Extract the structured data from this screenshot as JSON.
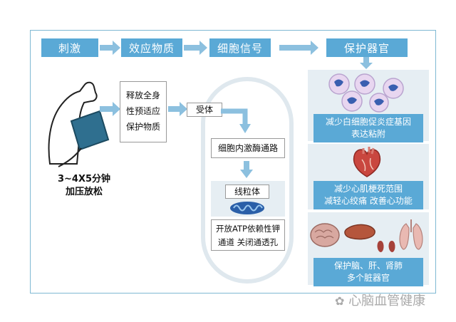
{
  "header": {
    "stimulus": "刺激",
    "effector": "效应物质",
    "cell_signal": "细胞信号",
    "protective_organ": "保护器官"
  },
  "left": {
    "protocol_line1": "3~4X5分钟",
    "protocol_line2": "加压放松"
  },
  "effector_box": {
    "line1": "释放全身",
    "line2": "性预适应",
    "line3": "保护物质"
  },
  "signal": {
    "receptor": "受体",
    "kinase_pathway": "细胞内激酶通路",
    "mitochondria": "线粒体",
    "channel_line1": "开放ATP依赖性钾",
    "channel_line2": "通道 关闭通透孔"
  },
  "organs": {
    "wbc_line1": "减少白细胞促炎症基因",
    "wbc_line2": "表达粘附",
    "heart_line1": "减少心肌梗死范围",
    "heart_line2": "减轻心绞痛 改善心功能",
    "multi_line1": "保护脑、肝、肾肺",
    "multi_line2": "多个脏器官"
  },
  "watermark": "心脑血管健康",
  "colors": {
    "accent_blue": "#5aa9d6",
    "panel_bg": "#e6eef3",
    "frame": "#7fb9d3"
  }
}
